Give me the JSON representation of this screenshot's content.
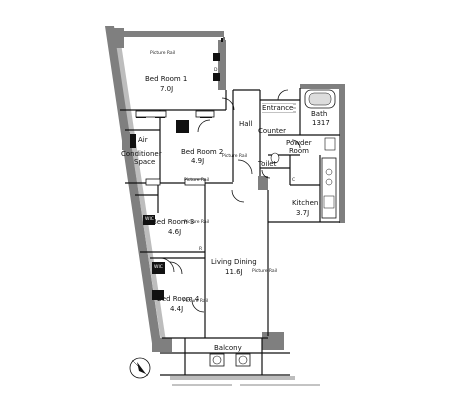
{
  "rooms": {
    "bed1": {
      "name": "Bed Room 1",
      "size": "7.0J"
    },
    "bed2": {
      "name": "Bed Room 2",
      "size": "4.9J"
    },
    "bed3": {
      "name": "Bed Room 3",
      "size": "4.6J"
    },
    "bed4": {
      "name": "Bed Room 4",
      "size": "4.4J"
    },
    "living": {
      "name": "Living Dining",
      "size": "11.6J"
    },
    "kitchen": {
      "name": "Kitchen",
      "size": "3.7J"
    },
    "hall": "Hall",
    "entrance": "Entrance",
    "counter": "Counter",
    "bath": {
      "name": "Bath",
      "size": "1317"
    },
    "powder": {
      "line1": "Powder",
      "line2": "Room"
    },
    "toilet": "Toilet",
    "aircon": {
      "line1": "Air",
      "line2": "Conditioner",
      "line3": "Space"
    },
    "balcony": "Balcony"
  },
  "labels": {
    "picture_rail": "Picture Rail",
    "wic": "WIC",
    "mark_d": "D",
    "mark_r": "R",
    "mark_c": "C"
  },
  "colors": {
    "wall": "#7f7f7f",
    "line": "#111111",
    "closet": "#111111"
  }
}
